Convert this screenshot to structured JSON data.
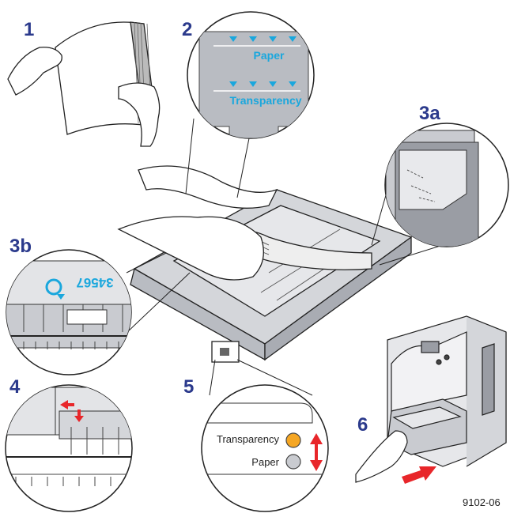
{
  "steps": {
    "s1": "1",
    "s2": "2",
    "s3a": "3a",
    "s3b": "3b",
    "s4": "4",
    "s5": "5",
    "s6": "6"
  },
  "callout2": {
    "paper": "Paper",
    "transparency": "Transparency"
  },
  "callout3b": {
    "ruler_text": "34567"
  },
  "callout5": {
    "transparency": "Transparency",
    "paper": "Paper"
  },
  "figure_id": "9102-06",
  "colors": {
    "step_number": "#2b3a8c",
    "callout_blue": "#1aa7dd",
    "arrow_red": "#e8262a",
    "indicator_orange": "#f5a623",
    "tray_gray": "#c9cbd0",
    "label_panel": "#b9bcc2"
  }
}
